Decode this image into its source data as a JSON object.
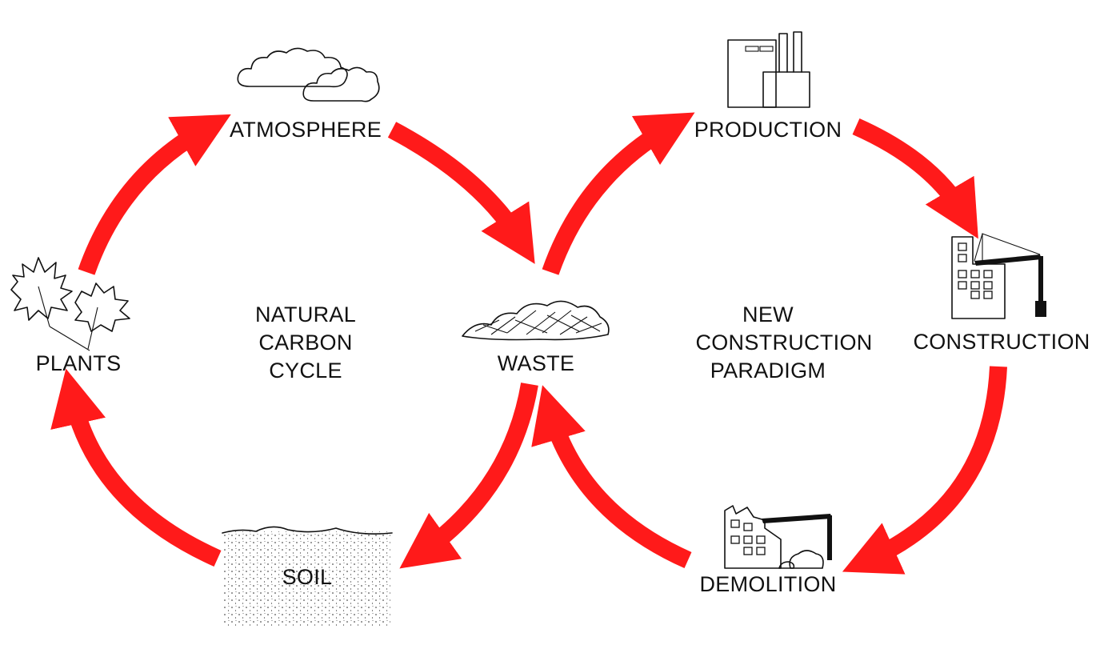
{
  "colors": {
    "arrow": "#ff1a1a",
    "ink": "#111111",
    "background": "#ffffff"
  },
  "nodes": {
    "atmosphere": "ATMOSPHERE",
    "plants": "PLANTS",
    "soil": "SOIL",
    "waste": "WASTE",
    "production": "PRODUCTION",
    "construction": "CONSTRUCTION",
    "demolition": "DEMOLITION"
  },
  "cycles": {
    "natural": [
      "NATURAL",
      "CARBON",
      "CYCLE"
    ],
    "construction": [
      "NEW",
      "CONSTRUCTION",
      "PARADIGM"
    ]
  },
  "icons": {
    "atmosphere": "cloud-icon",
    "plants": "leaf-icon",
    "soil": "soil-icon",
    "waste": "leaf-pile-icon",
    "production": "factory-icon",
    "construction": "building-crane-icon",
    "demolition": "demolition-icon"
  }
}
